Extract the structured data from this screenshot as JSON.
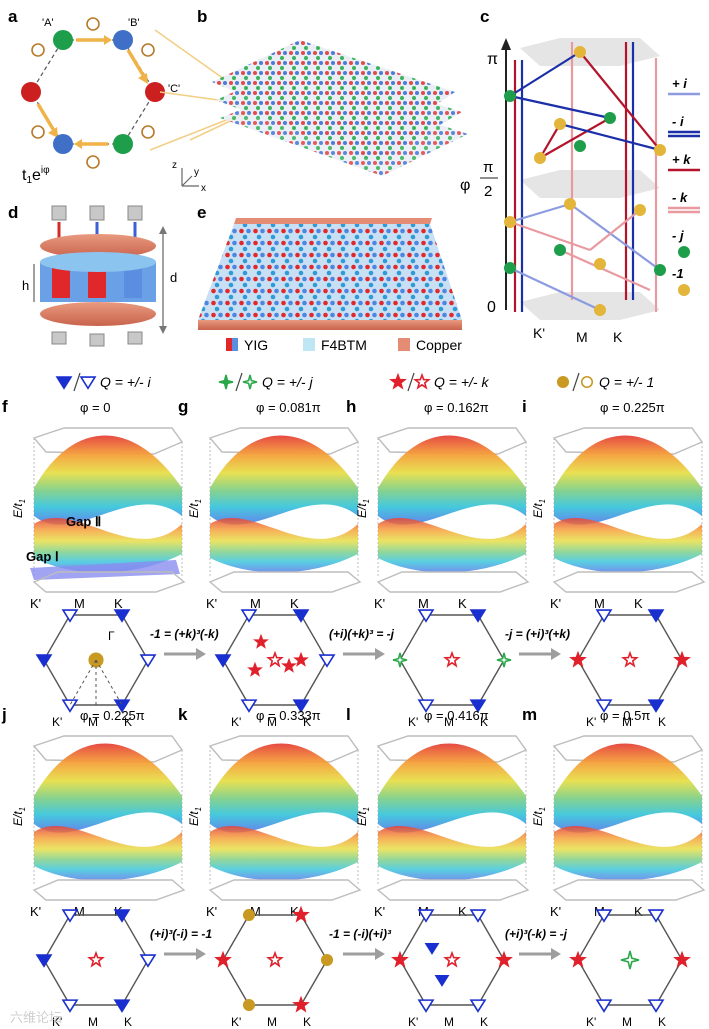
{
  "panels": {
    "a": {
      "label": "a",
      "sites": [
        "'A'",
        "'B'",
        "'C'"
      ],
      "hopping": {
        "base": "t",
        "sub": "1",
        "exp": "e",
        "sup": "iφ"
      },
      "colors": {
        "green": "#1e9e4a",
        "blue": "#3f6fc6",
        "red": "#cc1f1f",
        "arrow": "#f0b347",
        "ring": "#b87a2a"
      }
    },
    "b": {
      "label": "b",
      "axes": {
        "z": "z",
        "y": "y",
        "x": "x"
      }
    },
    "c": {
      "label": "c",
      "y_axis": {
        "top": "π",
        "mid_num": "π",
        "mid_den": "2",
        "bottom": "0",
        "var": "φ"
      },
      "x_ticks": [
        "K'",
        "M",
        "K"
      ],
      "legend": [
        {
          "text": "+ i",
          "color": "#8c9be0"
        },
        {
          "text": "- i",
          "color": "#1a2fa8"
        },
        {
          "text": "+ k",
          "color": "#b3142b"
        },
        {
          "text": "- k",
          "color": "#e89aa0"
        },
        {
          "text": "- j",
          "color": "#1e9e4a"
        },
        {
          "text": "-1",
          "color": "#e3b53a"
        }
      ]
    },
    "d": {
      "label": "d",
      "h": "h",
      "dim": "d"
    },
    "e": {
      "label": "e",
      "materials": [
        {
          "name": "YIG",
          "color1": "#e0282b",
          "color2": "#5b8de0"
        },
        {
          "name": "F4BTM",
          "color1": "#bfe6f3"
        },
        {
          "name": "Copper",
          "color1": "#e48c74"
        }
      ]
    }
  },
  "charge_legend": [
    {
      "q": "Q = +/- i",
      "symbol": "triangle",
      "color": "#1a2fd0"
    },
    {
      "q": "Q = +/- j",
      "symbol": "diamond",
      "color": "#2aa84a"
    },
    {
      "q": "Q = +/- k",
      "symbol": "star",
      "color": "#e0202a"
    },
    {
      "q": "Q = +/- 1",
      "symbol": "circle",
      "color": "#c99a22"
    }
  ],
  "band_panels_top": [
    {
      "label": "f",
      "phi": "φ = 0",
      "gaps": [
        "Gap Ⅱ",
        "Gap Ⅰ"
      ]
    },
    {
      "label": "g",
      "phi": "φ = 0.081π"
    },
    {
      "label": "h",
      "phi": "φ = 0.162π"
    },
    {
      "label": "i",
      "phi": "φ = 0.225π"
    }
  ],
  "band_panels_bottom": [
    {
      "label": "j",
      "phi": "φ = 0.225π"
    },
    {
      "label": "k",
      "phi": "φ = 0.333π"
    },
    {
      "label": "l",
      "phi": "φ = 0.416π"
    },
    {
      "label": "m",
      "phi": "φ = 0.5π"
    }
  ],
  "band_axes": {
    "ylabel_base": "E/t",
    "ylabel_sub": "1",
    "x_ticks": [
      "K'",
      "M",
      "K"
    ]
  },
  "bz_top": {
    "equations": [
      "-1 = (+k)³(-k)",
      "(+i)(+k)³ = -j",
      "-j = (+i)³(+k)"
    ],
    "gamma": "Γ",
    "ticks": [
      "K'",
      "M",
      "K"
    ]
  },
  "bz_bottom": {
    "equations": [
      "(+i)³(-i) = -1",
      "-1 = (-i)(+i)³",
      "(+i)³(-k) = -j"
    ],
    "ticks": [
      "K'",
      "M",
      "K"
    ]
  },
  "watermark": "六维论坛"
}
